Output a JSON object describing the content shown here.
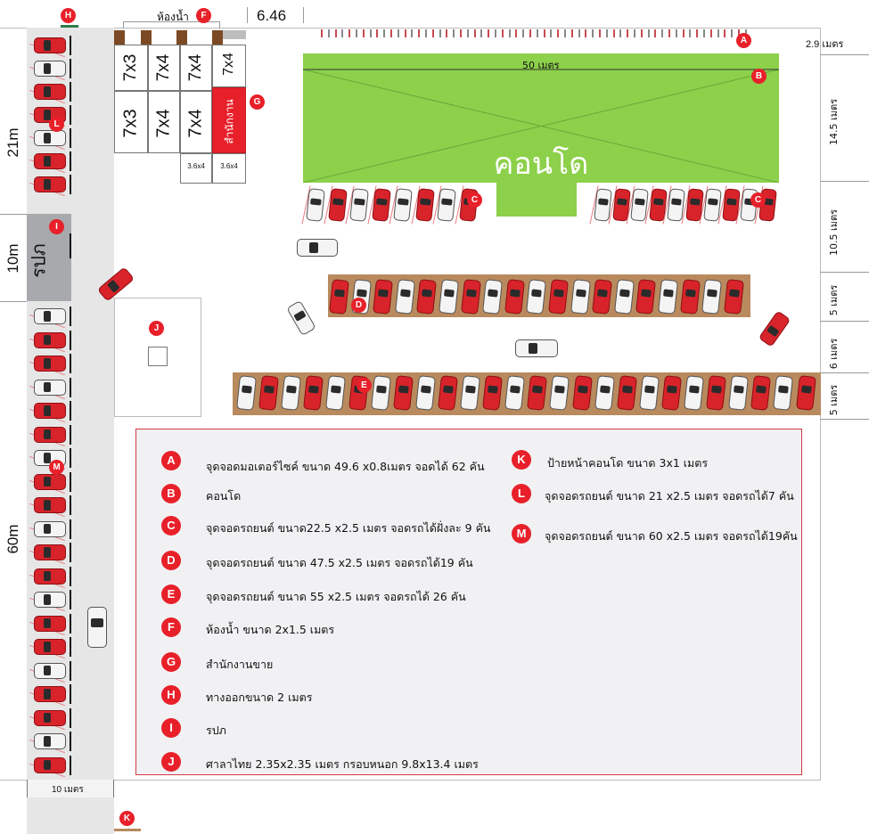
{
  "labels": {
    "bathroom": "ห้องน้ำ",
    "top_dim": "6.46",
    "road_width": "10 เมตร",
    "condo": "คอนโด",
    "condo_width": "50 เมตร",
    "office": "สำนักงาน",
    "guard": "รปภ",
    "side_left": [
      "21m",
      "10m",
      "60m"
    ],
    "side_right": [
      "2.9 เมตร",
      "14.5 เมตร",
      "10.5 เมตร",
      "5 เมตร",
      "6 เมตร",
      "5 เมตร"
    ],
    "rooms": [
      "7x3",
      "7x4",
      "7x4",
      "7x4",
      "7x3",
      "7x4",
      "7x4"
    ],
    "small_rooms": [
      "3.6x4",
      "3.6x4"
    ]
  },
  "markers": [
    "A",
    "B",
    "C",
    "C",
    "D",
    "E",
    "F",
    "G",
    "H",
    "I",
    "J",
    "K",
    "L",
    "M"
  ],
  "legend": [
    {
      "key": "A",
      "text": "จุดจอดมอเตอร์ไซค์ ขนาด 49.6 x0.8เมตร จอดได้ 62 คัน"
    },
    {
      "key": "B",
      "text": "คอนโด"
    },
    {
      "key": "C",
      "text": "จุดจอดรถยนต์ ขนาด22.5 x2.5 เมตร จอดรถได้ฝั่งละ 9 คัน"
    },
    {
      "key": "D",
      "text": "จุดจอดรถยนต์ ขนาด 47.5 x2.5 เมตร จอดรถได้19 คัน"
    },
    {
      "key": "E",
      "text": "จุดจอดรถยนต์ ขนาด 55 x2.5 เมตร จอดรถได้ 26 คัน"
    },
    {
      "key": "F",
      "text": "ห้องน้ำ ขนาด 2x1.5 เมตร"
    },
    {
      "key": "G",
      "text": "สำนักงานขาย"
    },
    {
      "key": "H",
      "text": "ทางออกขนาด 2 เมตร"
    },
    {
      "key": "I",
      "text": "รปภ"
    },
    {
      "key": "J",
      "text": "ศาลาไทย 2.35x2.35 เมตร กรอบหนอก 9.8x13.4 เมตร"
    },
    {
      "key": "K",
      "text": "ป้ายหน้าคอนโด ขนาด 3x1 เมตร"
    },
    {
      "key": "L",
      "text": "จุดจอดรถยนต์ ขนาด 21 x2.5 เมตร จอดรถได้7 คัน"
    },
    {
      "key": "M",
      "text": "จุดจอดรถยนต์ ขนาด 60 x2.5 เมตร จอดรถได้19คัน"
    }
  ],
  "colors": {
    "condo": "#8dd04a",
    "office": "#e8202a",
    "marker": "#e8202a",
    "road": "#e6e6e6",
    "wood": "#b88a5d",
    "legend_border": "#d23a45",
    "legend_bg": "#f1f1f3",
    "guard": "#a7a9ac"
  }
}
